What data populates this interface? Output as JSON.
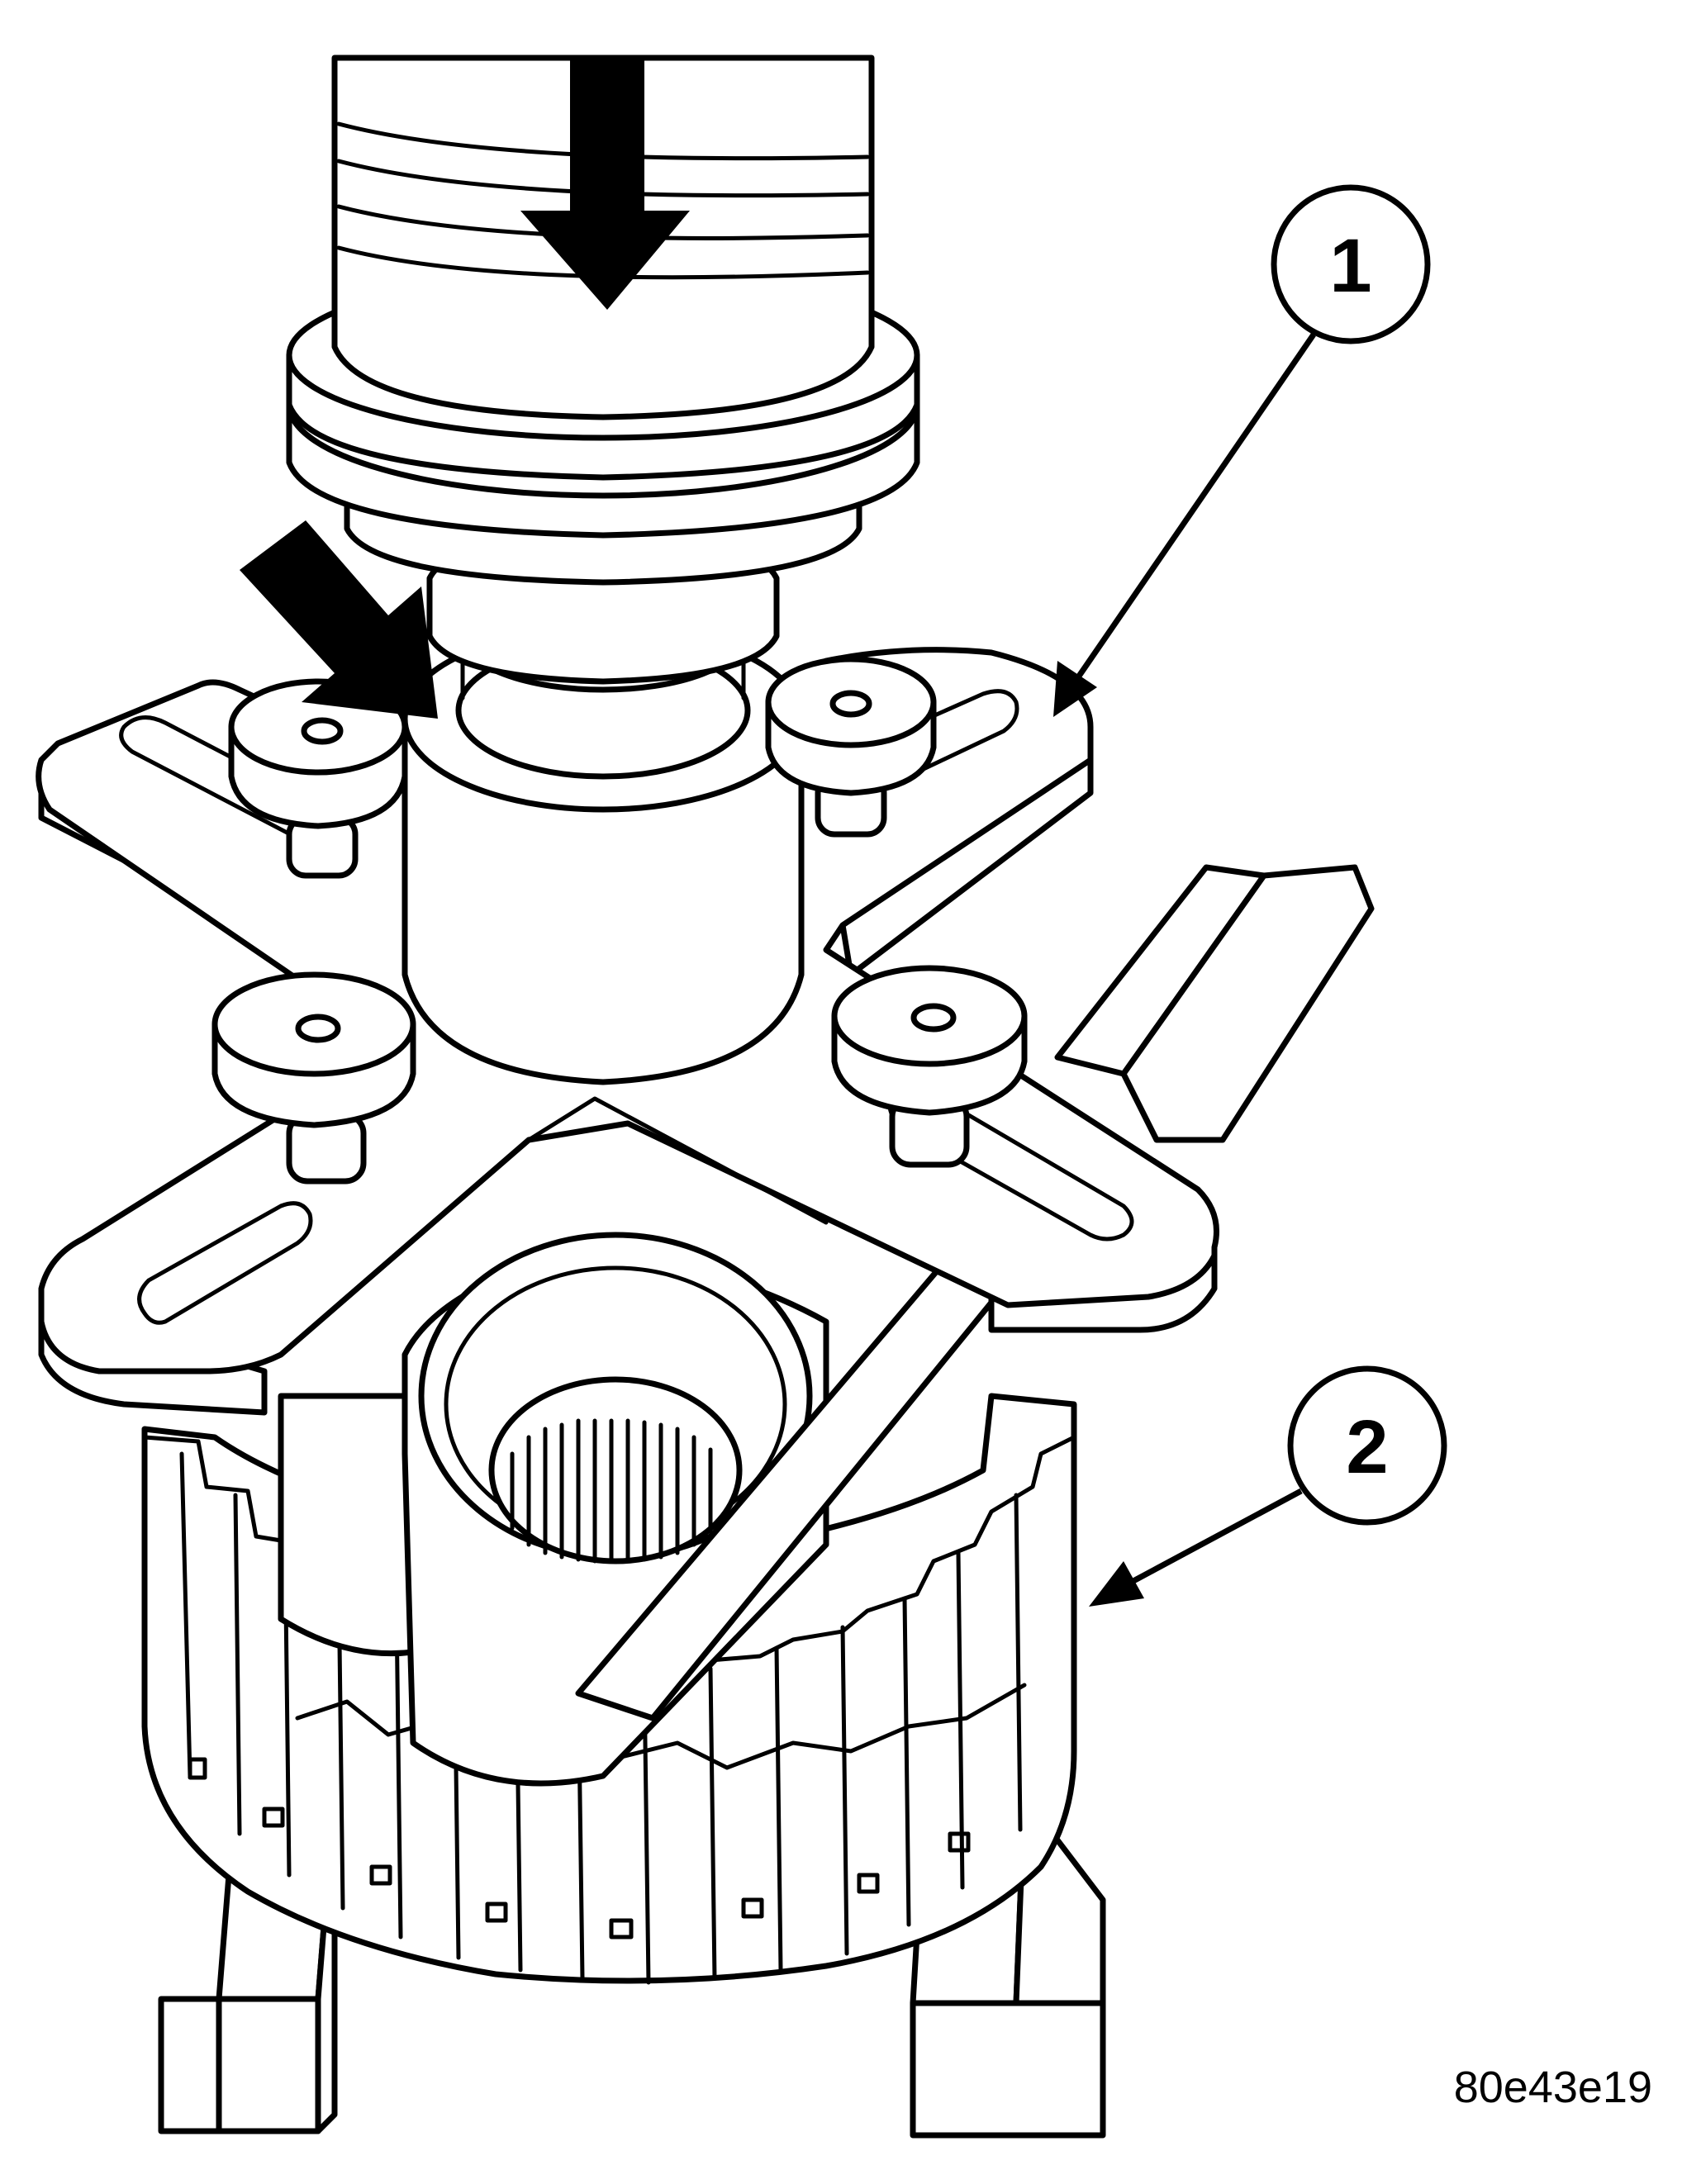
{
  "callouts": [
    {
      "label": "1"
    },
    {
      "label": "2"
    }
  ],
  "figure_id": "80e43e19"
}
